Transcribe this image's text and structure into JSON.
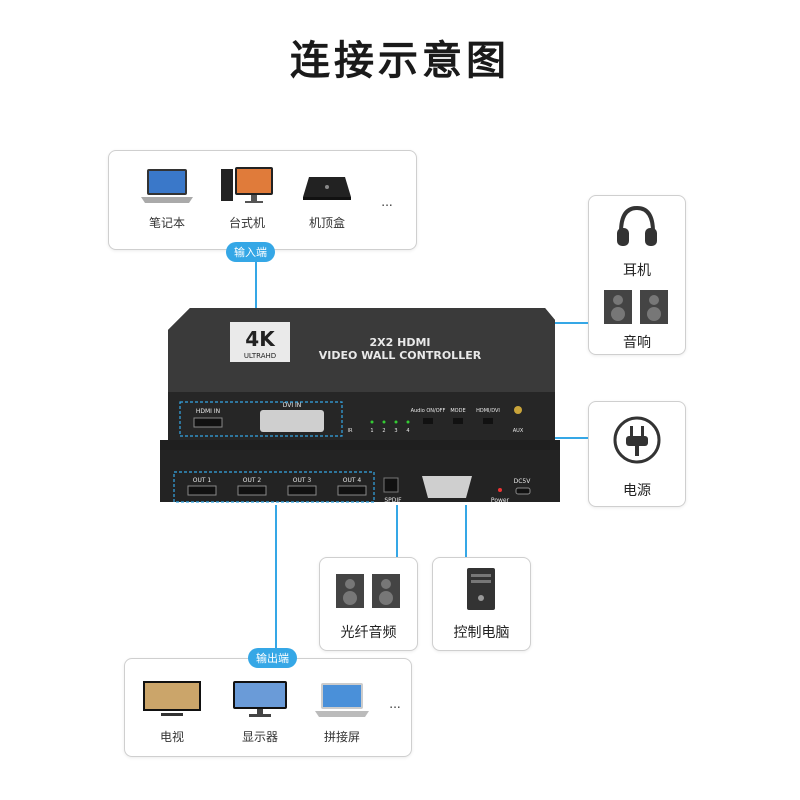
{
  "title": "连接示意图",
  "input_panel": {
    "items": [
      {
        "label": "笔记本",
        "icon": "laptop-icon"
      },
      {
        "label": "台式机",
        "icon": "desktop-monitor-icon"
      },
      {
        "label": "机顶盒",
        "icon": "set-top-box-icon"
      }
    ],
    "more": "...",
    "tag": "输入端"
  },
  "output_panel": {
    "items": [
      {
        "label": "电视",
        "icon": "tv-icon"
      },
      {
        "label": "显示器",
        "icon": "monitor-icon"
      },
      {
        "label": "拼接屏",
        "icon": "laptop-screen-icon"
      }
    ],
    "more": "...",
    "tag": "输出端"
  },
  "audio_panel": {
    "headphones": "耳机",
    "speakers": "音响"
  },
  "power_panel": {
    "label": "电源"
  },
  "spdif_panel": {
    "label": "光纤音频"
  },
  "control_panel": {
    "label": "控制电脑"
  },
  "device": {
    "badge_top": "4K",
    "badge_bottom": "ULTRAHD",
    "model_line1": "2X2 HDMI",
    "model_line2": "VIDEO WALL CONTROLLER",
    "front_ports": {
      "hdmi_in": "HDMI IN",
      "dvi_in": "DVI IN",
      "ir": "IR",
      "leds": [
        "1",
        "2",
        "3",
        "4"
      ],
      "audio_onoff": "Audio ON/OFF",
      "mode": "MODE",
      "hdmi_dvi": "HDMI/DVI",
      "aux": "AUX"
    },
    "rear_ports": {
      "outputs": [
        "OUT 1",
        "OUT 2",
        "OUT 3",
        "OUT 4"
      ],
      "spdif": "SPDIF",
      "power": "Power",
      "dc": "DC5V"
    }
  },
  "colors": {
    "accent": "#35a7e6",
    "device": "#2a2a2a"
  }
}
